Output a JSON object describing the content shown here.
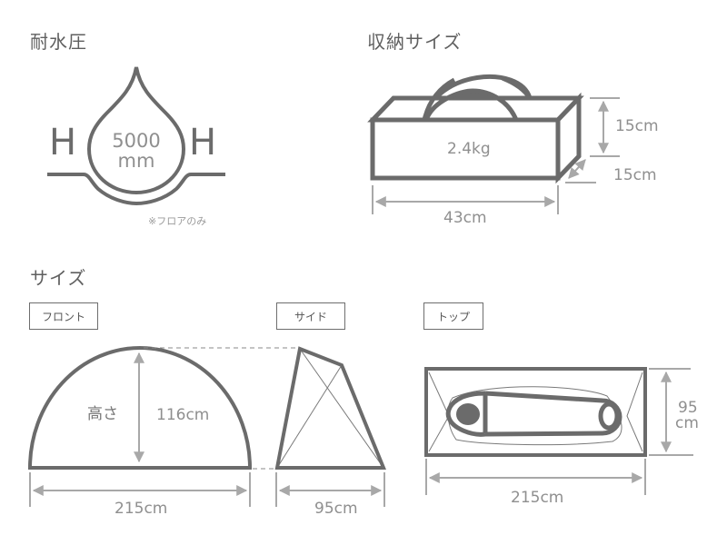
{
  "colors": {
    "outline": "#6b6b6b",
    "dimension": "#a8a8a8",
    "text": "#8f8f8f",
    "heading": "#5f5f5f"
  },
  "water_resistance": {
    "heading": "耐水圧",
    "value": "5000",
    "unit": "mm",
    "left_letter": "H",
    "right_letter": "H",
    "note": "※フロアのみ"
  },
  "packed_size": {
    "heading": "収納サイズ",
    "weight": "2.4kg",
    "width": "43cm",
    "height": "15cm",
    "depth": "15cm"
  },
  "size": {
    "heading": "サイズ",
    "front": {
      "label": "フロント",
      "height_label": "高さ",
      "height": "116cm",
      "width": "215cm"
    },
    "side": {
      "label": "サイド",
      "width": "95cm"
    },
    "top": {
      "label": "トップ",
      "width": "215cm",
      "depth_value": "95",
      "depth_unit": "cm"
    }
  }
}
